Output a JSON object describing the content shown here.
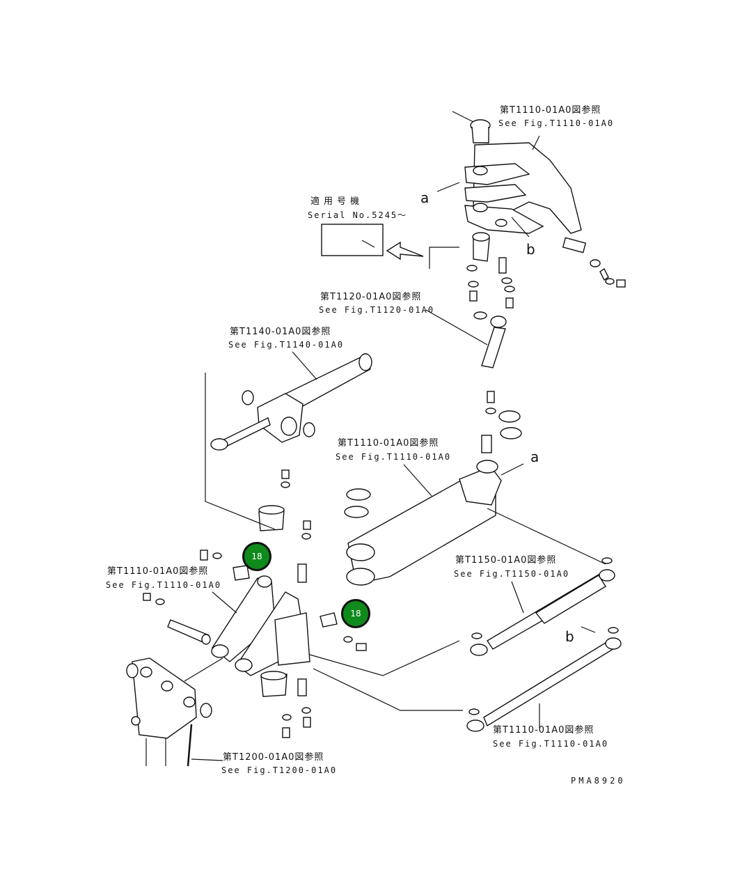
{
  "refs": [
    {
      "jp": "第T1110-01A0図参照",
      "en": "See Fig.T1110-01A0"
    },
    {
      "jp": "第T1120-01A0図参照",
      "en": "See Fig.T1120-01A0"
    },
    {
      "jp": "第T1140-01A0図参照",
      "en": "See Fig.T1140-01A0"
    },
    {
      "jp": "第T1110-01A0図参照",
      "en": "See Fig.T1110-01A0"
    },
    {
      "jp": "第T1110-01A0図参照",
      "en": "See Fig.T1110-01A0"
    },
    {
      "jp": "第T1150-01A0図参照",
      "en": "See Fig.T1150-01A0"
    },
    {
      "jp": "第T1110-01A0図参照",
      "en": "See Fig.T1110-01A0"
    },
    {
      "jp": "第T1200-01A0図参照",
      "en": "See Fig.T1200-01A0"
    }
  ],
  "serial": {
    "jp": "適用号機",
    "en": "Serial No.5245～"
  },
  "markers": {
    "a": "a",
    "b": "b"
  },
  "badges": [
    "18",
    "18"
  ],
  "drawing_code": "PMA8920"
}
